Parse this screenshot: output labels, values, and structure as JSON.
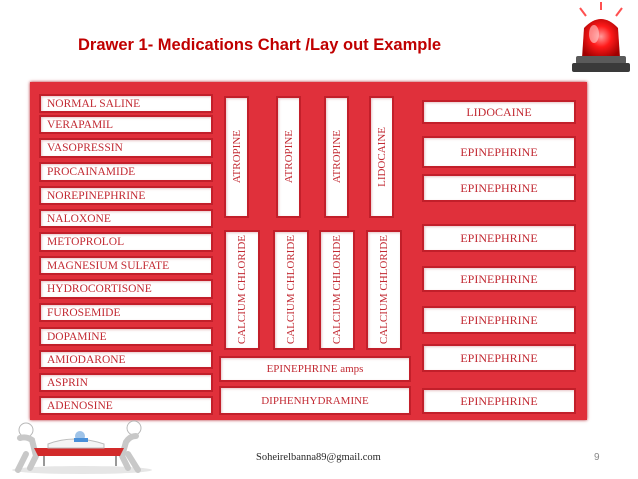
{
  "title": "Drawer 1- Medications Chart /Lay out Example",
  "left_column": [
    "NORMAL SALINE",
    "VERAPAMIL",
    "VASOPRESSIN",
    "PROCAINAMIDE",
    "NOREPINEPHRINE",
    "NALOXONE",
    "METOPROLOL",
    "MAGNESIUM SULFATE",
    "HYDROCORTISONE",
    "FUROSEMIDE",
    "DOPAMINE",
    "AMIODARONE",
    "ASPRIN",
    "ADENOSINE"
  ],
  "vertical_top": [
    "ATROPINE",
    "ATROPINE",
    "ATROPINE",
    "LIDOCAINE"
  ],
  "vertical_bottom": [
    "CALCIUM CHLORIDE",
    "CALCIUM CHLORIDE",
    "CALCIUM CHLORIDE",
    "CALCIUM CHLORIDE"
  ],
  "bottom_rows": [
    "EPINEPHRINE amps",
    "DIPHENHYDRAMINE"
  ],
  "right_column": [
    "LIDOCAINE",
    "EPINEPHRINE",
    "EPINEPHRINE",
    "EPINEPHRINE",
    "EPINEPHRINE",
    "EPINEPHRINE",
    "EPINEPHRINE",
    "EPINEPHRINE"
  ],
  "footer": {
    "email": "Soheirelbanna89@gmail.com",
    "page": "9"
  },
  "colors": {
    "title": "#c00000",
    "drawer": "#e0303b",
    "border": "#c21f2a",
    "text": "#c22a33"
  }
}
